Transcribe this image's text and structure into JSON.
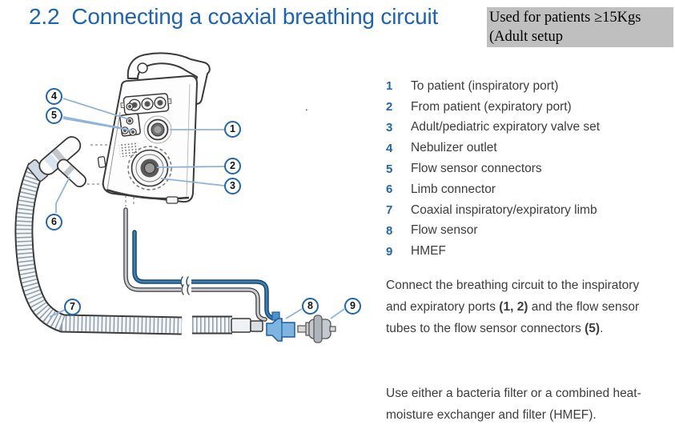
{
  "header": {
    "section": "2.2",
    "title": "Connecting a coaxial breathing circuit"
  },
  "patient_note": {
    "line1": "Used for patients ≥15Kgs",
    "line2": "(Adult setup"
  },
  "legend": {
    "items": [
      {
        "num": "1",
        "label": "To patient (inspiratory port)"
      },
      {
        "num": "2",
        "label": "From patient (expiratory port)"
      },
      {
        "num": "3",
        "label": "Adult/pediatric expiratory valve set"
      },
      {
        "num": "4",
        "label": "Nebulizer outlet"
      },
      {
        "num": "5",
        "label": "Flow sensor connectors"
      },
      {
        "num": "6",
        "label": "Limb connector"
      },
      {
        "num": "7",
        "label": "Coaxial inspiratory/expiratory limb"
      },
      {
        "num": "8",
        "label": "Flow sensor"
      },
      {
        "num": "9",
        "label": "HMEF"
      }
    ]
  },
  "instructions": {
    "segments": [
      {
        "text": "Connect the breathing circuit to the inspiratory and expiratory ports "
      },
      {
        "text": "(1, 2)"
      },
      {
        "text": " and the flow sensor tubes to the flow sensor connectors "
      },
      {
        "text": "(5)"
      },
      {
        "text": "."
      }
    ]
  },
  "filter_note": "Use either a bacteria filter or a combined heat-moisture exchanger and filter (HMEF).",
  "diagram": {
    "callouts": [
      "1",
      "2",
      "3",
      "4",
      "5",
      "6",
      "7",
      "8",
      "9"
    ],
    "stray_mark": "."
  },
  "colors": {
    "title_blue": "#1c63b7",
    "legend_number_blue": "#2166b0",
    "callout_border_blue": "#2166b0",
    "leader_line_blue": "#8fb4da",
    "note_background_gray": "#bfbfbf",
    "body_text": "#3d3d3d",
    "flow_sensor_blue": "#7db4e0",
    "tube_blue": "#14496f"
  }
}
